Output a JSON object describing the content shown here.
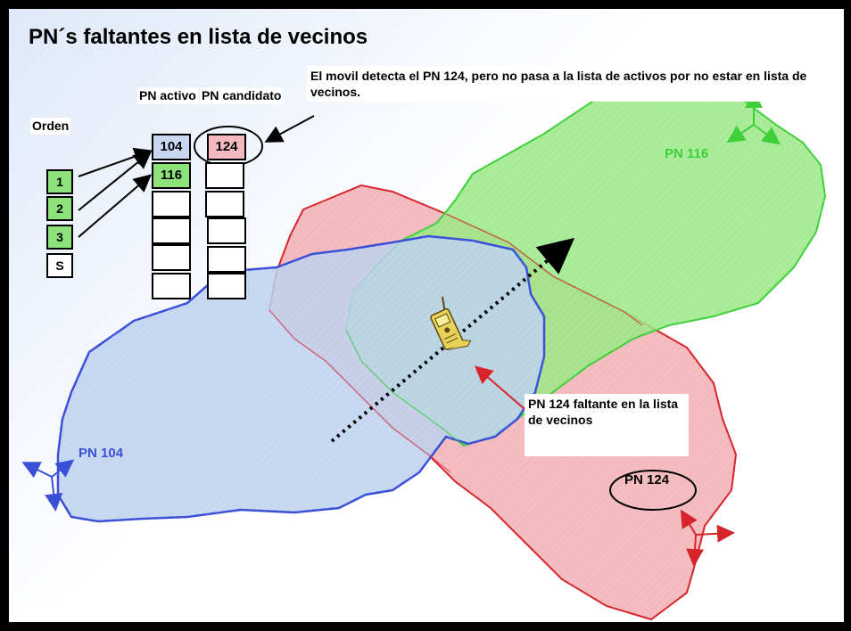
{
  "title": "PN´s faltantes en lista de vecinos",
  "orden_label": "Orden",
  "orden_items": [
    "1",
    "2",
    "3",
    "S"
  ],
  "col_activo": {
    "title": "PN\nactivo",
    "values": [
      "104",
      "116",
      "",
      "",
      "",
      "",
      ""
    ]
  },
  "col_candidato": {
    "title": "PN\ncandidato",
    "values": [
      "124",
      "",
      "",
      "",
      "",
      ""
    ]
  },
  "note_top": "El movil detecta el\nPN 124, pero no\npasa a la lista de\nactivos por no estar\nen lista de vecinos.",
  "note_bottom": "PN 124 faltante en la\nlista de vecinos",
  "cells": {
    "pn104": "PN 104",
    "pn116": "PN 116",
    "pn124": "PN 124"
  },
  "colors": {
    "blue_cell": "#3a4fd8",
    "green_cell": "#3fcf3a",
    "red_cell": "#d7242a"
  },
  "icons": [
    "mobile-phone-icon"
  ]
}
